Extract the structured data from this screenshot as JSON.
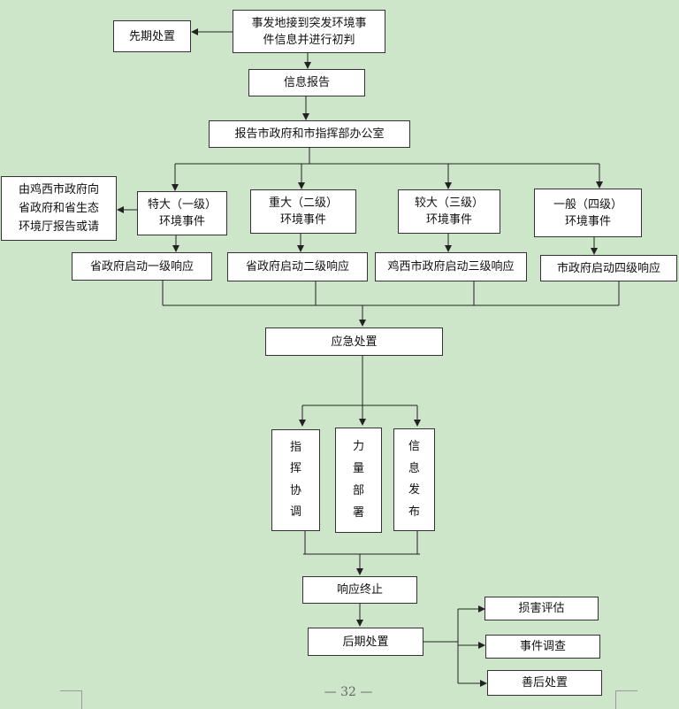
{
  "flowchart": {
    "start": "事发地接到突发环境事\n件信息并进行初判",
    "first_response": "先期处置",
    "info_report": "信息报告",
    "report_target": "报告市政府和市指挥部办公室",
    "provincial_note": "由鸡西市政府向\n省政府和省生态\n环境厅报告或请",
    "levels": [
      {
        "label": "特大（一级）\n环境事件",
        "response": "省政府启动一级响应"
      },
      {
        "label": "重大（二级）\n环境事件",
        "response": "省政府启动二级响应"
      },
      {
        "label": "较大（三级）\n环境事件",
        "response": "鸡西市政府启动三级响应"
      },
      {
        "label": "一般（四级）\n环境事件",
        "response": "市政府启动四级响应"
      }
    ],
    "emergency": "应急处置",
    "actions": [
      [
        "指",
        "挥",
        "协",
        "调"
      ],
      [
        "力",
        "量",
        "部",
        "署"
      ],
      [
        "信",
        "息",
        "发",
        "布"
      ]
    ],
    "termination": "响应终止",
    "aftermath": "后期处置",
    "aftermath_items": [
      "损害评估",
      "事件调查",
      "善后处置"
    ]
  },
  "footer": {
    "page_number": "— 32 —"
  },
  "colors": {
    "background": "#cde6c9",
    "box_fill": "#ffffff",
    "line": "#222222"
  }
}
